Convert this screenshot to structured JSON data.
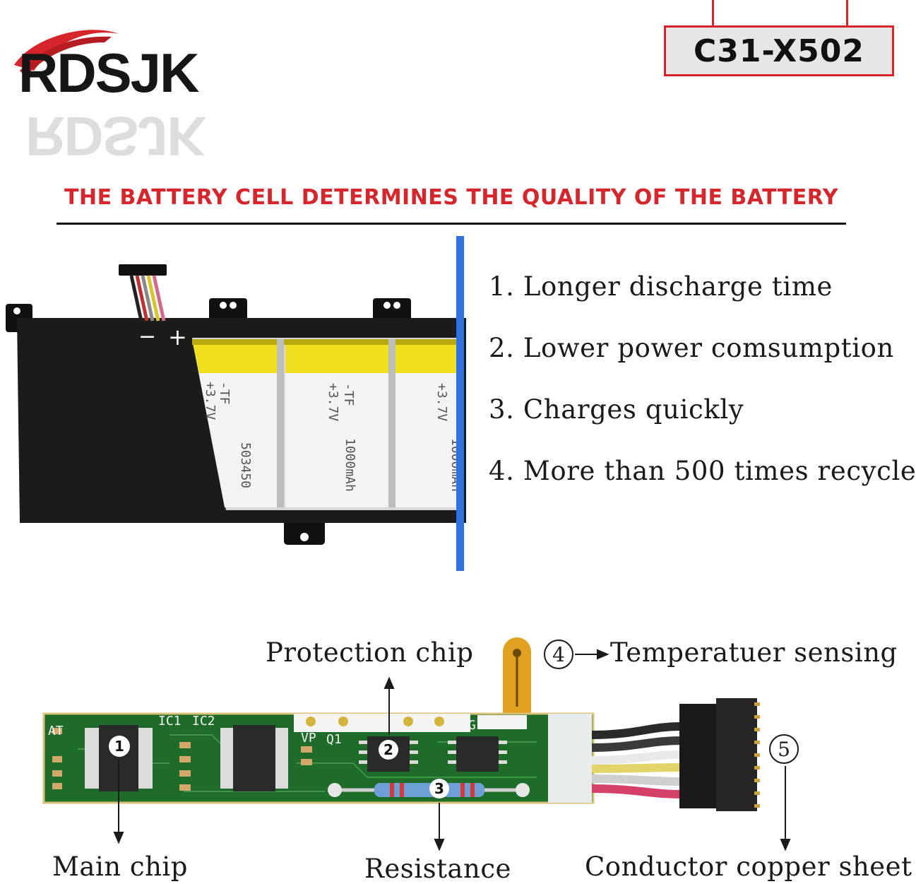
{
  "brand": {
    "logo_text": "RDSJK"
  },
  "model": {
    "code": "C31-X502"
  },
  "headline": "THE BATTERY CELL DETERMINES THE QUALITY OF THE BATTERY",
  "battery": {
    "polarity_minus": "−",
    "polarity_plus": "+",
    "cell_print_1": "-TF",
    "cell_print_2": "+3.7V",
    "cell_print_3": "503450",
    "cell_print_4": "1000mAh"
  },
  "features": [
    "1. Longer discharge time",
    "2. Lower power comsumption",
    "3. Charges quickly",
    "4. More than 500 times recycle"
  ],
  "pcb": {
    "labels": {
      "protection": "Protection chip",
      "temperature": "Temperatuer sensing",
      "main": "Main chip",
      "resistance": "Resistance",
      "conductor": "Conductor copper sheet"
    },
    "markers": [
      "1",
      "2",
      "3",
      "4",
      "5"
    ],
    "silkscreen": [
      "AT",
      "IC1",
      "IC2",
      "VP",
      "Q1",
      "VG"
    ]
  },
  "colors": {
    "brand_red": "#d6262c",
    "divider_blue": "#2f6fe0",
    "pcb_green": "#1e6b2a"
  }
}
